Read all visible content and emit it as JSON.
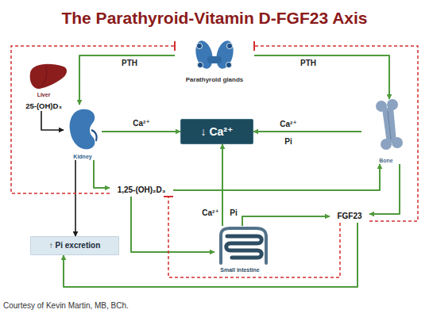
{
  "diagram": {
    "title": "The Parathyroid-Vitamin D-FGF23 Axis",
    "caption": "Courtesy of Kevin Martin, MB, BCh.",
    "nodes": [
      {
        "text": [
          "Parathyroid glands"
        ]
      },
      {
        "text": [
          "Liver",
          "25-(OH)D₃"
        ]
      },
      {
        "text": [
          "Kidney"
        ]
      },
      {
        "text": [
          "↓ Ca²⁺"
        ]
      },
      {
        "text": [
          "Bone"
        ]
      },
      {
        "text": [
          "1,25-(OH)₂D₃"
        ]
      },
      {
        "text": [
          "FGF23"
        ]
      },
      {
        "text": [
          "↑ Pi excretion"
        ]
      },
      {
        "text": [
          "Small intestine"
        ]
      }
    ],
    "edges": [
      {
        "from": 0,
        "to": 2,
        "label": "PTH",
        "arrow": "to"
      },
      {
        "from": 0,
        "to": 4,
        "label": "PTH",
        "arrow": "to"
      },
      {
        "from": 1,
        "to": 2,
        "arrow": "to"
      },
      {
        "from": 2,
        "to": 3,
        "label": "Ca²⁺",
        "arrow": "to"
      },
      {
        "from": 4,
        "to": 3,
        "label": "Ca²⁺ Pi",
        "arrow": "to"
      },
      {
        "from": 2,
        "to": 5,
        "arrow": "to"
      },
      {
        "from": 2,
        "to": 7,
        "arrow": "to"
      },
      {
        "from": 5,
        "to": 4,
        "arrow": "to"
      },
      {
        "from": 5,
        "to": 8,
        "arrow": "to"
      },
      {
        "from": 8,
        "to": 3,
        "label": "Ca²⁺",
        "arrow": "to"
      },
      {
        "from": 8,
        "to": 6,
        "label": "Pi",
        "arrow": "to"
      },
      {
        "from": 4,
        "to": 6,
        "arrow": "to"
      },
      {
        "from": 6,
        "to": 7,
        "arrow": "to"
      },
      {
        "from": 5,
        "to": 0,
        "arrow": "none"
      },
      {
        "from": 6,
        "to": 0,
        "arrow": "none"
      },
      {
        "from": 6,
        "to": 5,
        "arrow": "none"
      }
    ]
  }
}
